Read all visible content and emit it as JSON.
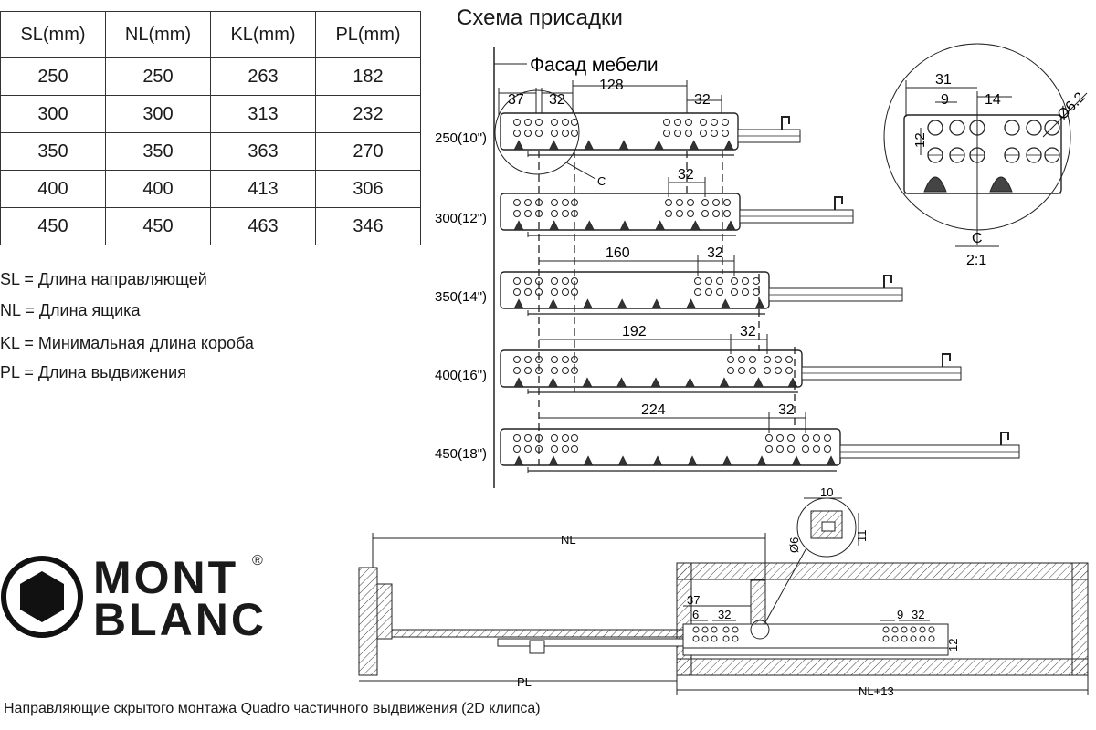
{
  "table": {
    "headers": [
      "SL(mm)",
      "NL(mm)",
      "KL(mm)",
      "PL(mm)"
    ],
    "rows": [
      [
        "250",
        "250",
        "263",
        "182"
      ],
      [
        "300",
        "300",
        "313",
        "232"
      ],
      [
        "350",
        "350",
        "363",
        "270"
      ],
      [
        "400",
        "400",
        "413",
        "306"
      ],
      [
        "450",
        "450",
        "463",
        "346"
      ]
    ]
  },
  "legend": [
    "SL =  Длина направляющей",
    "NL = Длина ящика",
    "KL =  Минимальная длина короба",
    "PL = Длина выдвижения"
  ],
  "diagram": {
    "title": "Схема присадки",
    "facade_label": "Фасад мебели",
    "top_dims": [
      "37",
      "32",
      "128",
      "32"
    ],
    "rails": [
      {
        "label": "250(10\")",
        "spacing": "128"
      },
      {
        "label": "300(12\")",
        "spacing": ""
      },
      {
        "label": "350(14\")",
        "spacing": "160"
      },
      {
        "label": "400(16\")",
        "spacing": "192"
      },
      {
        "label": "450(18\")",
        "spacing": "224"
      }
    ],
    "pair_dim": "32",
    "detail_marker": "C",
    "detail": {
      "d31": "31",
      "d9": "9",
      "d14": "14",
      "d12": "12",
      "diameter": "Ø6.2",
      "section": "C",
      "scale": "2:1"
    },
    "side": {
      "nl": "NL",
      "pl": "PL",
      "nl13": "NL+13",
      "d37": "37",
      "d6": "6",
      "d32": "32",
      "d9": "9",
      "d32b": "32",
      "d12": "12",
      "d10": "10",
      "d11": "11",
      "dia6": "Ø6"
    }
  },
  "brand": {
    "line1": "MONT",
    "line2": "BLANC",
    "mark": "®"
  },
  "caption": "Направляющие скрытого монтажа Quadro частичного выдвижения (2D клипса)"
}
